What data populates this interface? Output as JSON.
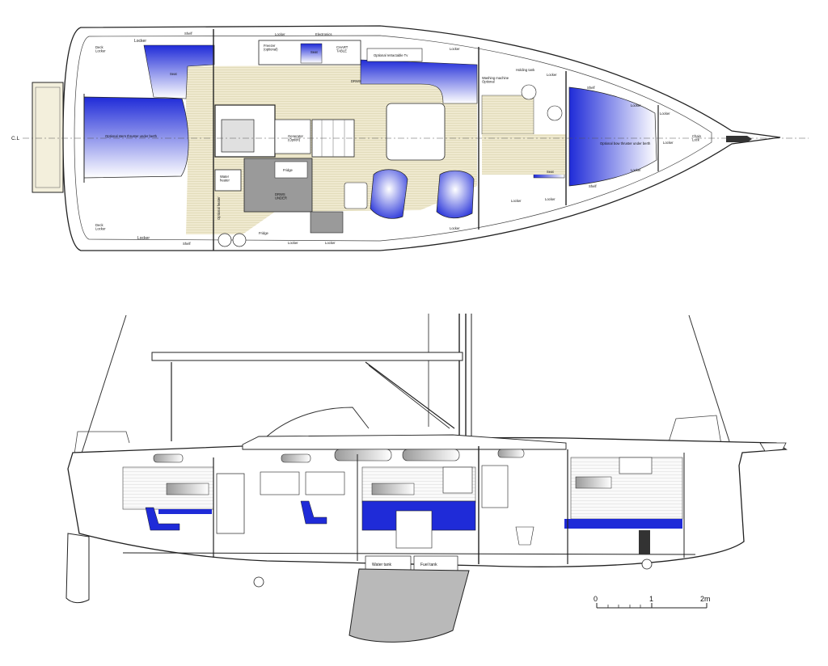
{
  "plan": {
    "centerline_label": "C.L",
    "labels": {
      "deck_locker_top": "Deck\nLocker",
      "deck_locker_bottom": "Deck\nLocker",
      "locker_aft_top": "Locker",
      "shelf_aft_top": "Shelf",
      "seat_aft": "Seat",
      "freezer": "Freezer\n(optional)",
      "locker_nav": "Locker",
      "electronics": "Electronics",
      "seat_nav": "Seat",
      "chart_table": "CHART\nTABLE",
      "optional_tv": "Optional retractable Tv",
      "locker_saloon_top": "Locker",
      "drws_top": "DRWS",
      "washing_machine": "Washing machine\nOptional",
      "holding_tank": "Holding tank",
      "locker_head_top": "Locker",
      "shelf_fwd_top": "Shelf",
      "locker_fwd_top": "Locker",
      "locker_bow_top": "Locker",
      "chain_locker": "Chain\nLock",
      "locker_bow_cl": "Locker",
      "stern_thruster": "Optional stern thruster under berth",
      "bow_thruster": "Optional bow thruster under berth",
      "generator": "Generator\n(Option)",
      "fridge_main": "Fridge",
      "drws_under": "DRWS\nUNDER",
      "water_heater": "Water\nheater",
      "optional_heater": "Optional heater",
      "fridge_aft": "Fridge",
      "locker_galley_1": "Locker",
      "locker_galley_2": "Locker",
      "locker_saloon_bottom": "Locker",
      "locker_head_bottom": "Locker",
      "locker_fwd_bottom_1": "Locker",
      "seat_fwd": "Seat",
      "shelf_fwd_bottom": "Shelf",
      "locker_fwd_bottom_2": "Locker",
      "locker_aft_bottom": "Locker",
      "shelf_aft_bottom": "Shelf"
    }
  },
  "profile": {
    "labels": {
      "water_tank": "Water tank",
      "fuel_tank": "Fuel tank"
    }
  },
  "scale": {
    "ticks": [
      "0",
      "1",
      "2m"
    ]
  },
  "colors": {
    "berth_blue": "#1f2bd8",
    "sole_wood": "#efe9cf",
    "line": "#222222",
    "keel_grey": "#b9b9b9"
  }
}
